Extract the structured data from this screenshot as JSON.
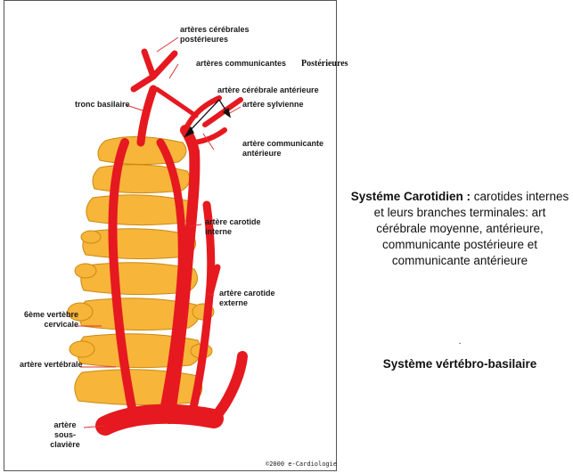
{
  "labels": {
    "arteres_cerebrales_posterieures": "artères cérébrales postérieures",
    "arteres_communicantes": "artères communicantes",
    "posterieures_handwritten": "Postérieures",
    "tronc_basilaire": "tronc basilaire",
    "artere_cerebrale_anterieure": "artère cérébrale antérieure",
    "artere_sylvienne": "artère sylvienne",
    "artere_communicante_anterieure": "artère communicante antérieure",
    "artere_carotide_interne": "artère carotide interne",
    "artere_carotide_externe": "artère carotide externe",
    "sixieme_vertebre_cervicale": "6ème vertèbre cervicale",
    "artere_vertebrale": "artère vertébrale",
    "artere_sous_claviere": "artère sous-clavière",
    "credit": "©2000 e-Cardiologie"
  },
  "text_panel": {
    "carotid_title": "Systéme Carotidien :",
    "carotid_body": "carotides internes et leurs branches terminales: art cérébrale moyenne, antérieure, communicante postérieure et communicante antérieure",
    "dot": ".",
    "vertebro_title": "Système vértébro-basilaire"
  },
  "colors": {
    "artery": "#e5191f",
    "vertebra": "#f7b53a",
    "vertebra_outline": "#c98a12",
    "leader": "#d33"
  }
}
